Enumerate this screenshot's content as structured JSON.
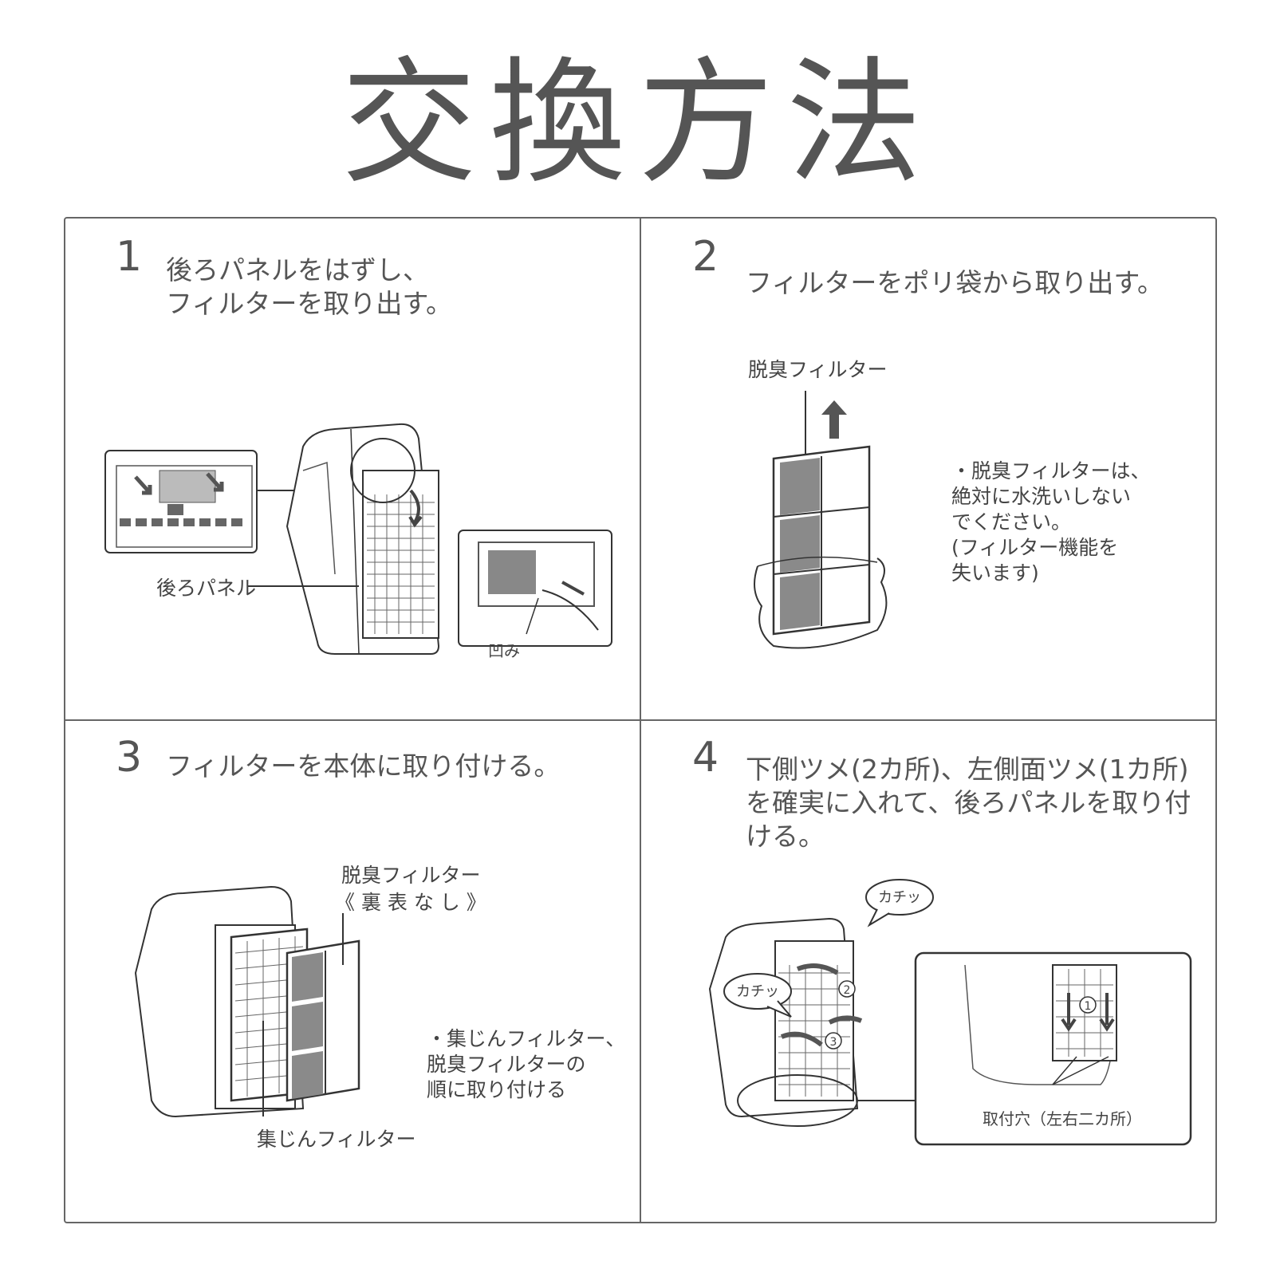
{
  "title": "交換方法",
  "steps": [
    {
      "num": "1",
      "text": "後ろパネルをはずし、\nフィルターを取り出す。"
    },
    {
      "num": "2",
      "text": "フィルターをポリ袋から取り出す。"
    },
    {
      "num": "3",
      "text": "フィルターを本体に取り付ける。"
    },
    {
      "num": "4",
      "text": "下側ツメ(2カ所)、左側面ツメ(1カ所)\nを確実に入れて、後ろパネルを取り付\nける。"
    }
  ],
  "panel1": {
    "back_panel_label": "後ろパネル",
    "recess_label": "凹み"
  },
  "panel2": {
    "filter_label": "脱臭フィルター",
    "note": "・脱臭フィルターは、\n 絶対に水洗いしない\n でください。\n (フィルター機能を\n  失います)"
  },
  "panel3": {
    "deodor_label": "脱臭フィルター",
    "no_side_label": "《 裏 表 な し 》",
    "dust_label": "集じんフィルター",
    "note": "・集じんフィルター、\n 脱臭フィルターの\n 順に取り付ける"
  },
  "panel4": {
    "click_1": "カチッ",
    "click_2": "カチッ",
    "mark_1": "1",
    "mark_2": "2",
    "mark_3": "3",
    "holes_label": "取付穴（左右二カ所）"
  }
}
